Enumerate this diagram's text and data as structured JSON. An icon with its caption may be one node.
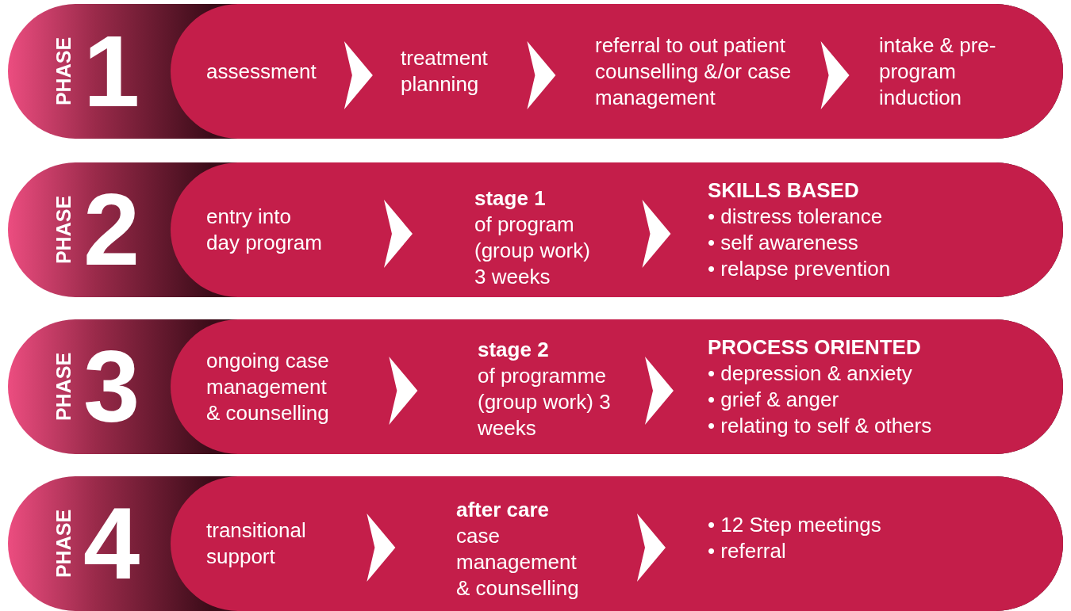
{
  "diagram": {
    "nodes": [
      {
        "text": [
          "PHASE",
          "1"
        ]
      },
      {
        "text": [
          "assessment"
        ],
        "in": 0
      },
      {
        "text": [
          "treatment planning"
        ],
        "in": 0
      },
      {
        "text": [
          "referral to out patient counselling &/or case management"
        ],
        "in": 0
      },
      {
        "text": [
          "intake & pre-program induction"
        ],
        "in": 0
      },
      {
        "text": [
          "PHASE",
          "2"
        ]
      },
      {
        "text": [
          "entry into day program"
        ],
        "in": 5
      },
      {
        "text": [
          "stage 1",
          "of program (group work) 3 weeks"
        ],
        "in": 5
      },
      {
        "text": [
          "SKILLS BASED",
          "• distress tolerance",
          "• self awareness",
          "• relapse prevention"
        ],
        "in": 5
      },
      {
        "text": [
          "PHASE",
          "3"
        ]
      },
      {
        "text": [
          "ongoing case management & counselling"
        ],
        "in": 9
      },
      {
        "text": [
          "stage 2",
          "of programme (group work) 3 weeks"
        ],
        "in": 9
      },
      {
        "text": [
          "PROCESS ORIENTED",
          "• depression & anxiety",
          "• grief & anger",
          "• relating to self & others"
        ],
        "in": 9
      },
      {
        "text": [
          "PHASE",
          "4"
        ]
      },
      {
        "text": [
          "transitional support"
        ],
        "in": 13
      },
      {
        "text": [
          "after care",
          "case management & counselling"
        ],
        "in": 13
      },
      {
        "text": [
          "• 12 Step meetings",
          "• referral"
        ],
        "in": 13
      }
    ],
    "edges": [
      {
        "from": 1,
        "to": 2,
        "arrow": "to"
      },
      {
        "from": 2,
        "to": 3,
        "arrow": "to"
      },
      {
        "from": 3,
        "to": 4,
        "arrow": "to"
      },
      {
        "from": 6,
        "to": 7,
        "arrow": "to"
      },
      {
        "from": 7,
        "to": 8,
        "arrow": "to"
      },
      {
        "from": 10,
        "to": 11,
        "arrow": "to"
      },
      {
        "from": 11,
        "to": 12,
        "arrow": "to"
      },
      {
        "from": 14,
        "to": 15,
        "arrow": "to"
      },
      {
        "from": 15,
        "to": 16,
        "arrow": "to"
      }
    ]
  }
}
